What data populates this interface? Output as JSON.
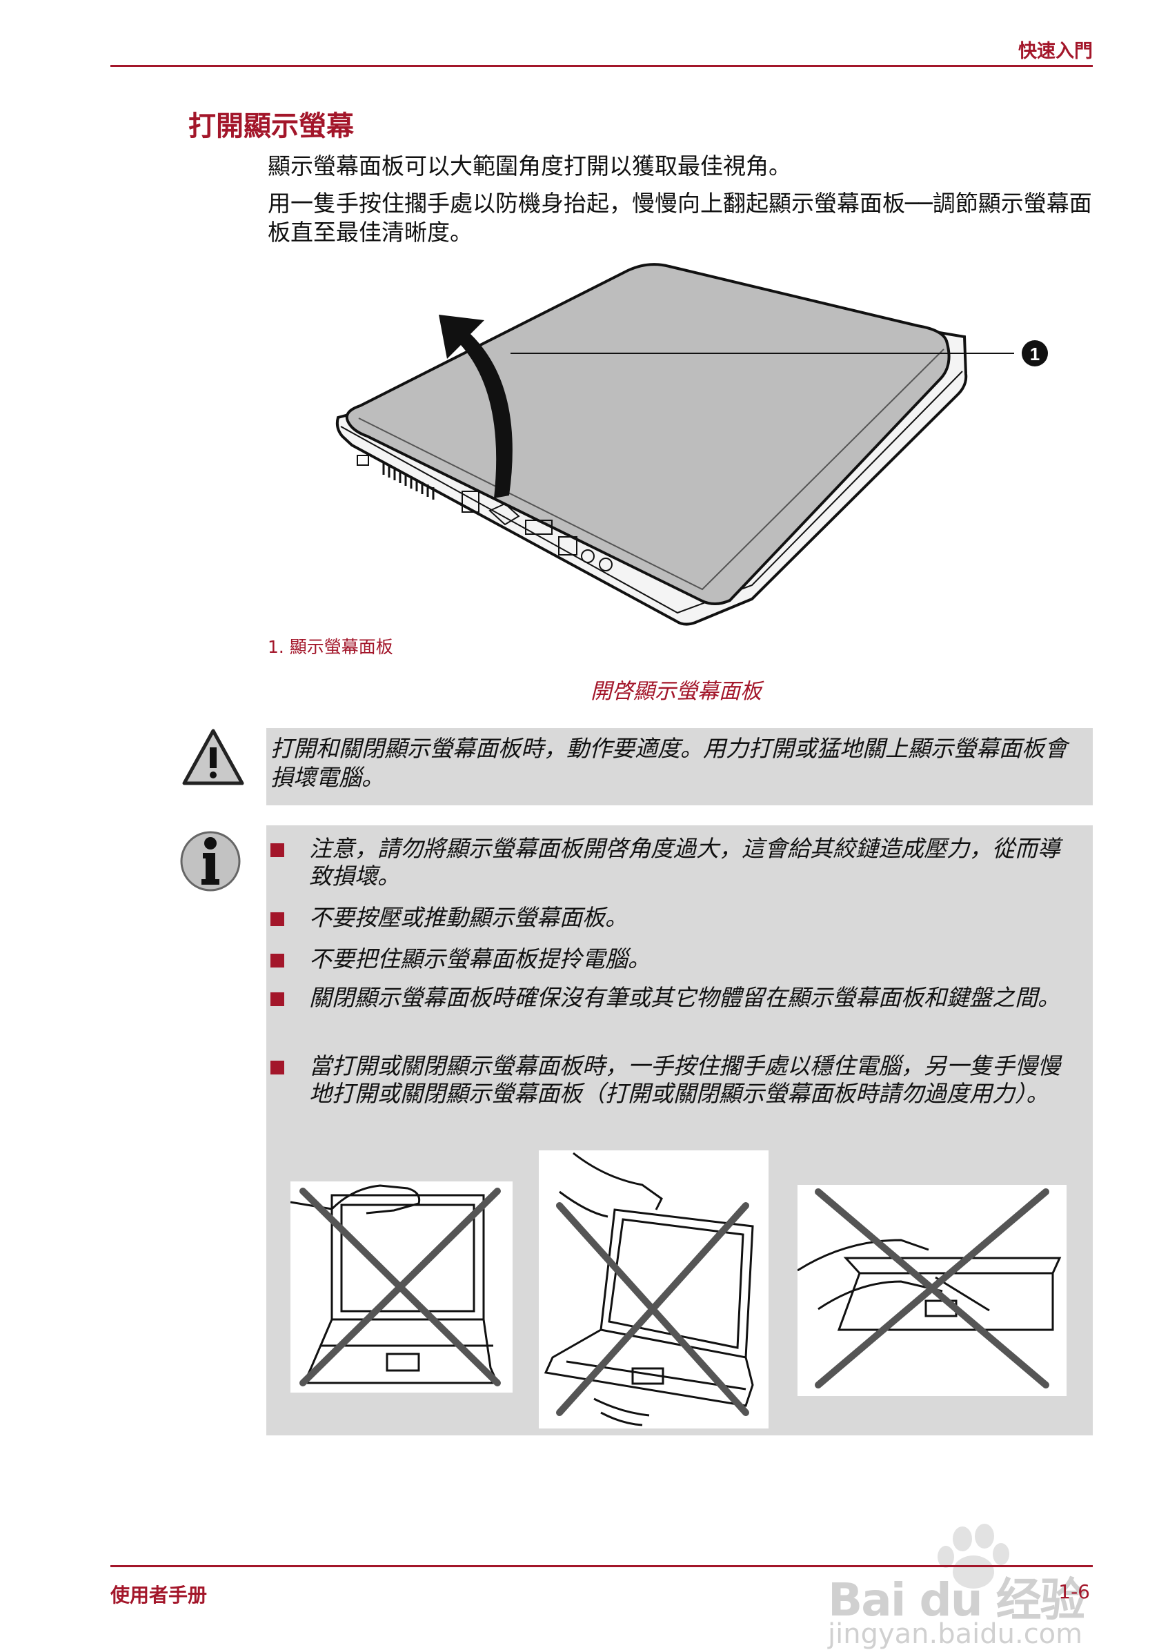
{
  "header": {
    "chapter_title": "快速入門"
  },
  "section": {
    "title": "打開顯示螢幕",
    "paragraphs": [
      "顯示螢幕面板可以大範圍角度打開以獲取最佳視角。",
      "用一隻手按住擱手處以防機身抬起，慢慢向上翻起顯示螢幕面板──調節顯示螢幕面板直至最佳清晰度。"
    ]
  },
  "figure": {
    "callout_number": "1",
    "callout_label": "1. 顯示螢幕面板",
    "caption": "開啓顯示螢幕面板"
  },
  "warning": {
    "icon": "warning-triangle-icon",
    "text": "打開和關閉顯示螢幕面板時，動作要適度。用力打開或猛地關上顯示螢幕面板會損壞電腦。"
  },
  "note": {
    "icon": "info-icon",
    "items": [
      "注意，請勿將顯示螢幕面板開啓角度過大，這會給其絞鏈造成壓力，從而導致損壞。",
      "不要按壓或推動顯示螢幕面板。",
      "不要把住顯示螢幕面板提拎電腦。",
      "關閉顯示螢幕面板時確保沒有筆或其它物體留在顯示螢幕面板和鍵盤之間。",
      "當打開或關閉顯示螢幕面板時，一手按住擱手處以穩住電腦，另一隻手慢慢地打開或關閉顯示螢幕面板（打開或關閉顯示螢幕面板時請勿過度用力）。"
    ]
  },
  "watermark": {
    "brand": "Bai du 经验",
    "url": "jingyan.baidu.com"
  },
  "footer": {
    "manual_title": "使用者手册",
    "page_number": "1-6"
  },
  "colors": {
    "accent": "#a3162a",
    "note_background": "#d9d9d9"
  }
}
